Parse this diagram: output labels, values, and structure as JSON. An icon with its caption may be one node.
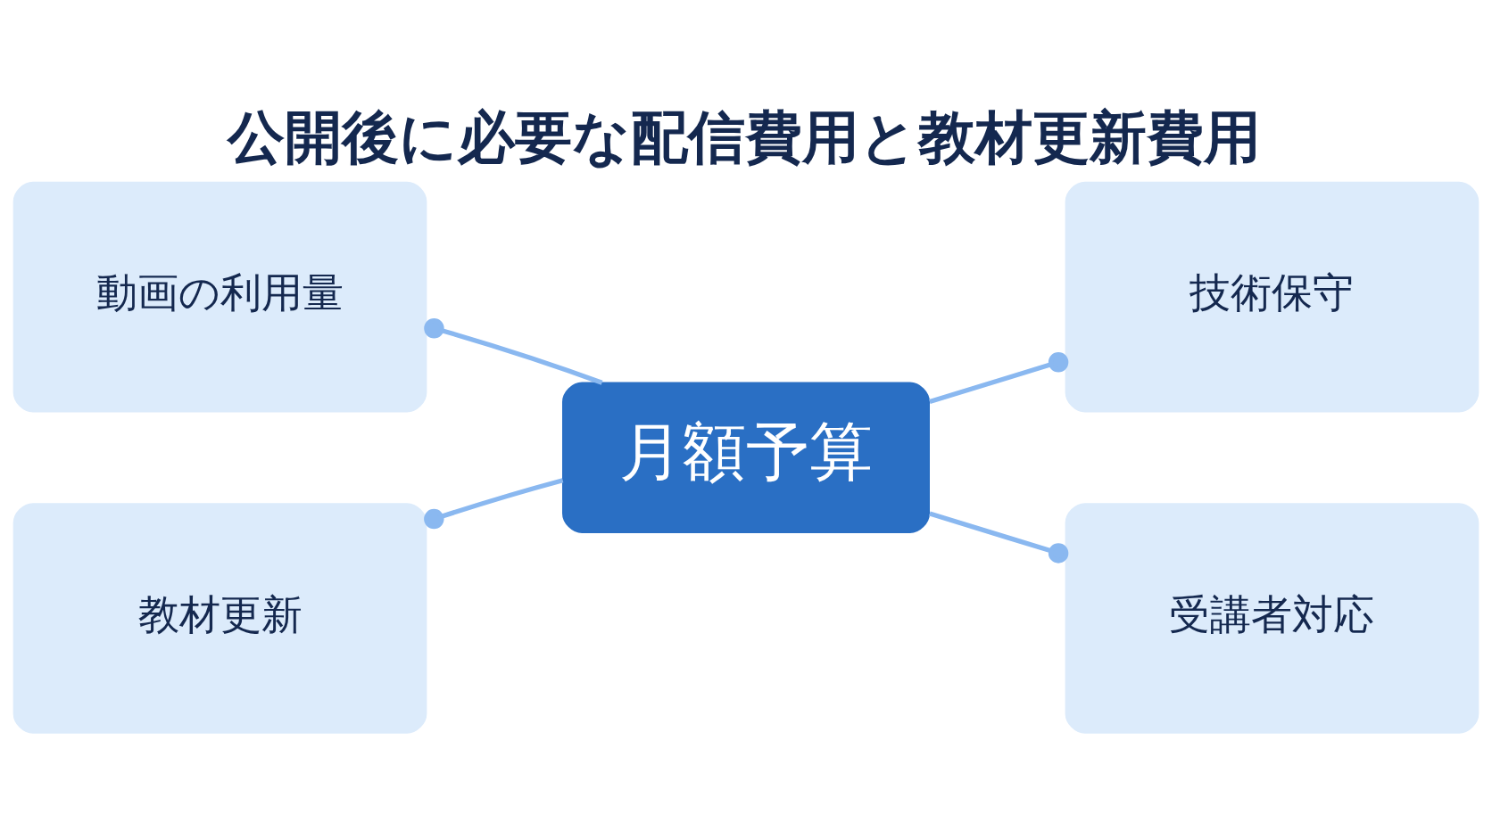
{
  "diagram": {
    "title": "公開後に必要な配信費用と教材更新費用",
    "nodes": [
      {
        "text": [
          "動画の利用量"
        ]
      },
      {
        "text": [
          "技術保守"
        ]
      },
      {
        "text": [
          "月額予算"
        ]
      },
      {
        "text": [
          "教材更新"
        ]
      },
      {
        "text": [
          "受講者対応"
        ]
      }
    ],
    "edges": [
      {
        "from": 2,
        "to": 0,
        "arrow": "other"
      },
      {
        "from": 2,
        "to": 1,
        "arrow": "other"
      },
      {
        "from": 2,
        "to": 3,
        "arrow": "other"
      },
      {
        "from": 2,
        "to": 4,
        "arrow": "other"
      }
    ]
  }
}
